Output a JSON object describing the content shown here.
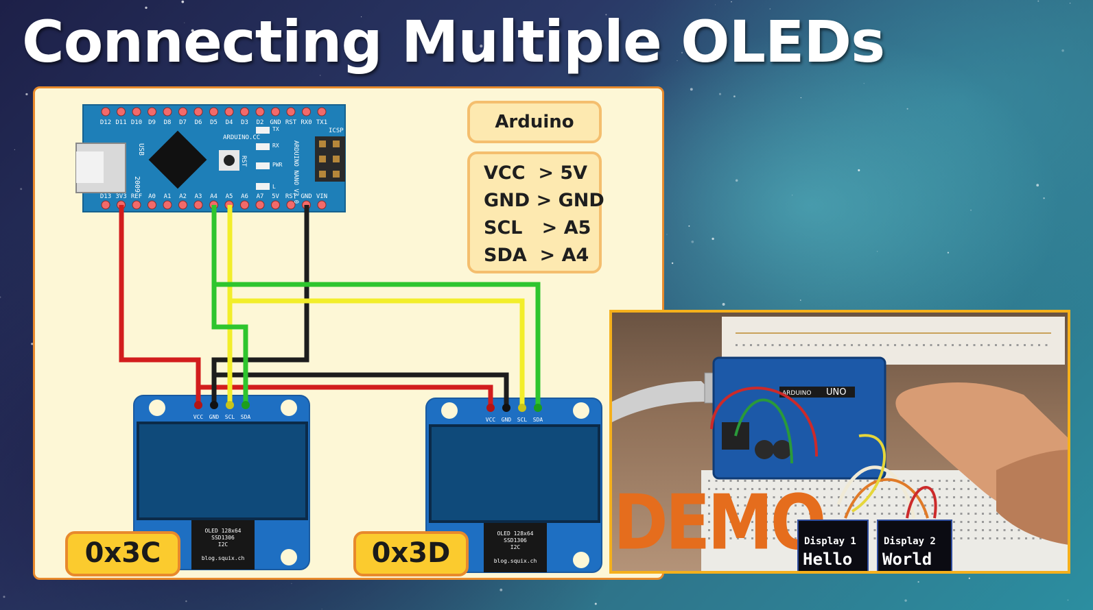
{
  "title": "Connecting Multiple OLEDs",
  "arduino_box": {
    "title": "Arduino"
  },
  "pin_map": [
    "VCC  > 5V",
    "GND > GND",
    "SCL   > A5",
    "SDA  > A4"
  ],
  "board": {
    "top_pins": [
      "D12",
      "D11",
      "D10",
      "D9",
      "D8",
      "D7",
      "D6",
      "D5",
      "D4",
      "D3",
      "D2",
      "GND",
      "RST",
      "RX0",
      "TX1"
    ],
    "bottom_pins": [
      "D13",
      "3V3",
      "REF",
      "A0",
      "A1",
      "A2",
      "A3",
      "A4",
      "A5",
      "A6",
      "A7",
      "5V",
      "RST",
      "GND",
      "VIN"
    ],
    "side_text_left": "USB",
    "year": "2009",
    "brand": "ARDUINO.CC",
    "rst": "RST",
    "model": "ARDUINO NANO V3.0",
    "icsp": "ICSP",
    "led_labels": [
      "TX",
      "RX",
      "PWR",
      "L"
    ]
  },
  "oled_modules": [
    {
      "pins": [
        "VCC",
        "GND",
        "SCL",
        "SDA"
      ],
      "chip_text": [
        "OLED 128x64",
        "SSD1306",
        "I2C",
        "blog.squix.ch"
      ],
      "address": "0x3C"
    },
    {
      "pins": [
        "VCC",
        "GND",
        "SCL",
        "SDA"
      ],
      "chip_text": [
        "OLED 128x64",
        "SSD1306",
        "I2C",
        "blog.squix.ch"
      ],
      "address": "0x3D"
    }
  ],
  "wire_colors": {
    "vcc": "#d21d1d",
    "gnd": "#1d1d1d",
    "scl": "#f2ee2a",
    "sda": "#2ec52e"
  },
  "demo": {
    "label": "DEMO",
    "display1": {
      "line1": "Display 1",
      "line2": "Hello"
    },
    "display2": {
      "line1": "Display 2",
      "line2": "World"
    },
    "uno_label": "UNO",
    "arduino_label": "ARDUINO"
  }
}
